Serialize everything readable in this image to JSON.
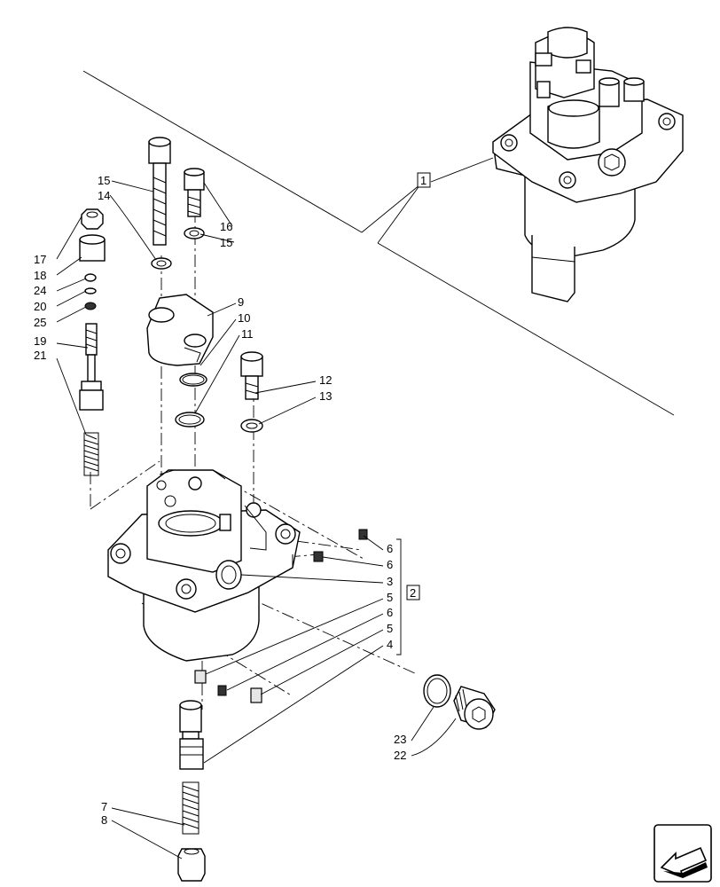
{
  "diagram": {
    "callouts": [
      "1",
      "2",
      "3",
      "4",
      "5",
      "5",
      "6",
      "6",
      "6",
      "7",
      "8",
      "9",
      "10",
      "11",
      "12",
      "13",
      "14",
      "15",
      "15",
      "16",
      "17",
      "18",
      "19",
      "20",
      "21",
      "22",
      "23",
      "24",
      "25"
    ],
    "group_labels": [
      "1",
      "2"
    ],
    "nav_icon": "arrow-back-icon"
  }
}
